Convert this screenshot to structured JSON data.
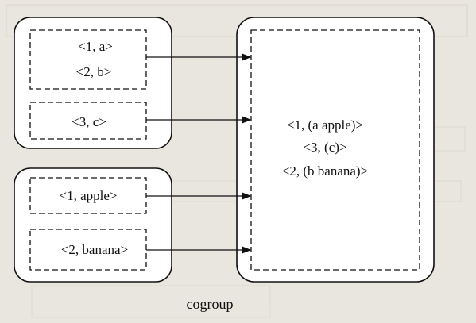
{
  "diagram": {
    "caption": "cogroup",
    "rdd_a": {
      "group_1": [
        "<1, a>",
        "<2, b>"
      ],
      "group_2": [
        "<3, c>"
      ]
    },
    "rdd_b": {
      "group_1": [
        "<1, apple>"
      ],
      "group_2": [
        "<2, banana>"
      ]
    },
    "result": [
      "<1, (a apple)>",
      "<3, (c)>",
      "<2, (b banana)>"
    ]
  },
  "colors": {
    "line": "#111111",
    "box_fill": "#ffffff",
    "background": "#e9e6df"
  }
}
